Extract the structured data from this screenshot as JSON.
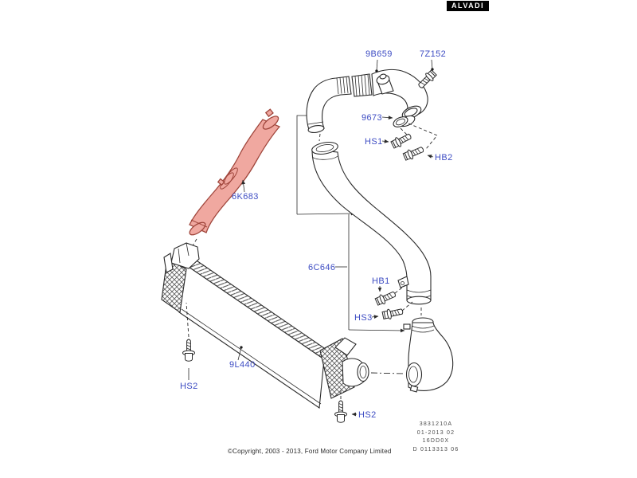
{
  "brand": {
    "logo_text": "ALVADI"
  },
  "part_labels": {
    "p9B659": "9B659",
    "p7Z152": "7Z152",
    "p9673": "9673",
    "pHS1": "HS1",
    "pHB2": "HB2",
    "p6K683": "6K683",
    "p6C646": "6C646",
    "pHB1": "HB1",
    "pHS3": "HS3",
    "p9L440": "9L440",
    "pHS2_left": "HS2",
    "pHS2_right": "HS2"
  },
  "plate": {
    "lines": [
      "3831210A",
      "01-2013 02",
      "16DD0X",
      "D 0113313 06"
    ]
  },
  "footer": {
    "copyright": "©Copyright, 2003 - 2013, Ford Motor Company Limited"
  },
  "colors": {
    "label_text": "#3d4cc3",
    "line": "#2a2a2a",
    "highlight_fill": "#f0a8a0",
    "highlight_stroke": "#a0463c",
    "logo_bg": "#000000",
    "logo_text": "#ffffff"
  }
}
